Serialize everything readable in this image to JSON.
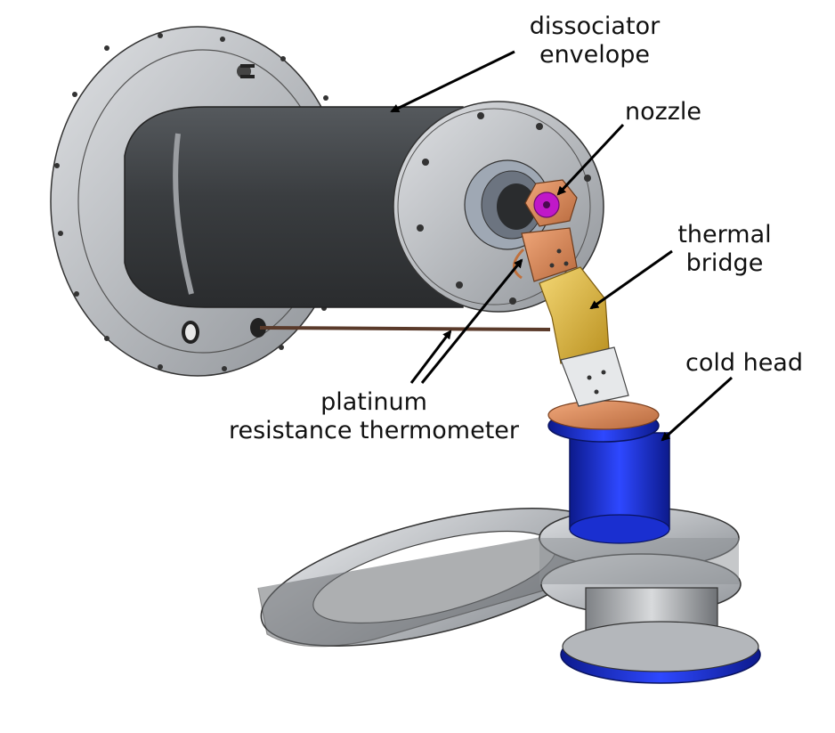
{
  "labels": {
    "dissociator_line1": "dissociator",
    "dissociator_line2": "envelope",
    "nozzle": "nozzle",
    "thermal_line1": "thermal",
    "thermal_line2": "bridge",
    "cold_head": "cold head",
    "platinum_line1": "platinum",
    "platinum_line2": "resistance thermometer"
  },
  "colors": {
    "background": "#ffffff",
    "flange": "#b9bcc0",
    "envelope_body": "#3f4245",
    "copper": "#d98a5c",
    "gold": "#e0b93c",
    "cold_head_blue": "#1a2fd0",
    "nozzle_magenta": "#c018c8",
    "arrow": "#000000"
  }
}
